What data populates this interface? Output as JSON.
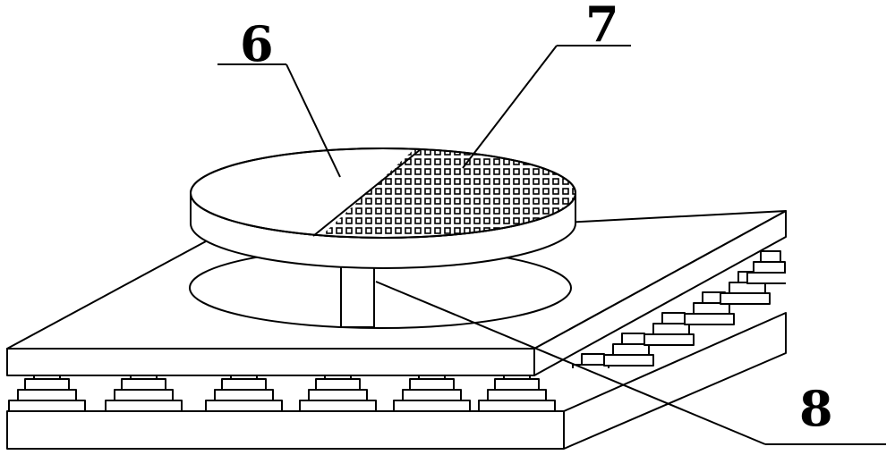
{
  "callouts": [
    {
      "id": "6",
      "text": "6"
    },
    {
      "id": "7",
      "text": "7"
    },
    {
      "id": "8",
      "text": "8"
    }
  ],
  "stroke_color": "#000000",
  "background_color": "#ffffff"
}
